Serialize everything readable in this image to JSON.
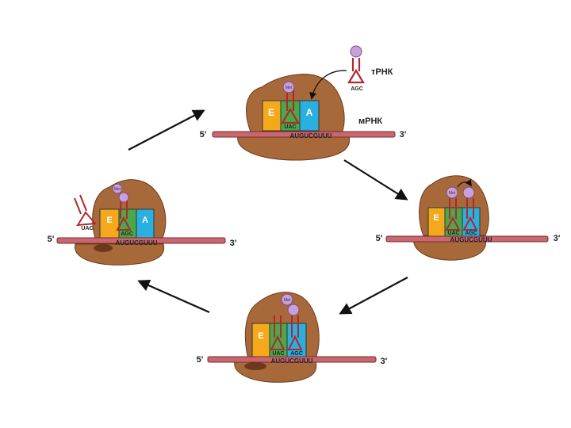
{
  "labels": {
    "trna": "тРНК",
    "mrna": "мРНК",
    "five_prime": "5'",
    "three_prime": "3'",
    "site_e": "E",
    "site_a": "A",
    "met": "Met",
    "sequence": "AUGUCGUUU",
    "codon_1": "UAC",
    "codon_2": "AGC"
  },
  "colors": {
    "ribosome": "#a8693a",
    "ribosome_dark": "#6b3a1c",
    "mrna": "#c8686e",
    "trna": "#b2282e",
    "site_e": "#f4a81c",
    "site_p": "#4aa84a",
    "site_a": "#2ab0e0",
    "met": "#c9a0d8",
    "arrow": "#111111"
  }
}
